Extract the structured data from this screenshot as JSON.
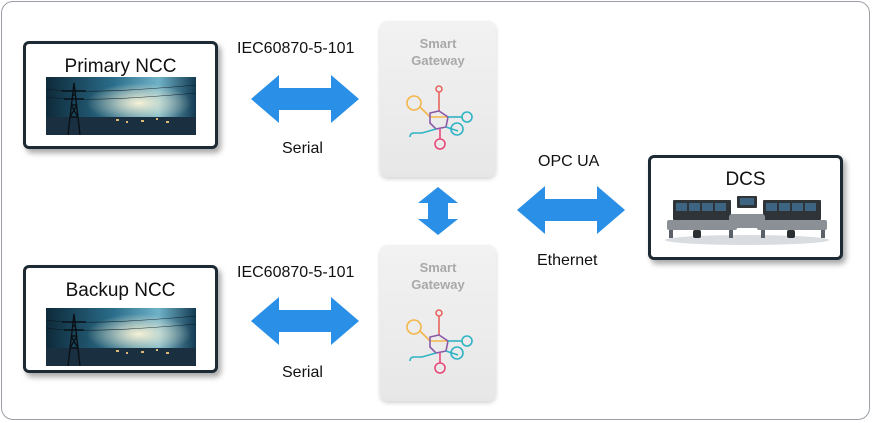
{
  "nodes": {
    "primary_ncc": {
      "title": "Primary NCC"
    },
    "backup_ncc": {
      "title": "Backup NCC"
    },
    "dcs": {
      "title": "DCS"
    }
  },
  "gateways": {
    "top": {
      "line1": "Smart",
      "line2": "Gateway"
    },
    "bottom": {
      "line1": "Smart",
      "line2": "Gateway"
    }
  },
  "links": {
    "primary_protocol": "IEC60870-5-101",
    "primary_medium": "Serial",
    "backup_protocol": "IEC60870-5-101",
    "backup_medium": "Serial",
    "dcs_protocol": "OPC UA",
    "dcs_medium": "Ethernet"
  },
  "colors": {
    "arrow": "#2a8fe6",
    "node_border": "#1d2a33",
    "gateway_text": "#a9a9a9"
  },
  "icons": {
    "gateway_logo": "circuit-node-icon",
    "photo": "power-transmission-photo",
    "dcs_photo": "control-room-consoles-photo"
  }
}
